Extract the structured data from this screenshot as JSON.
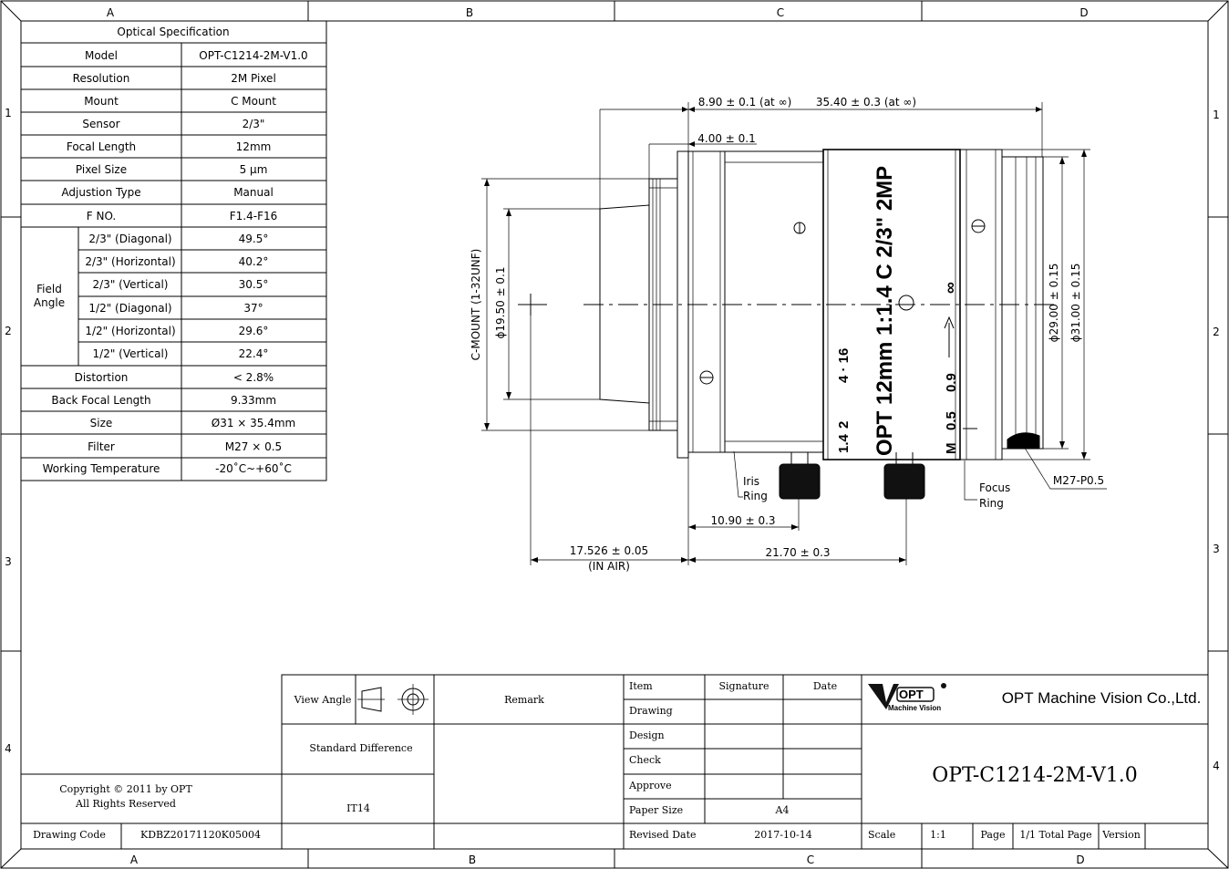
{
  "frame": {
    "cols_top": [
      "A",
      "B",
      "C",
      "D"
    ],
    "cols_bottom": [
      "A",
      "B",
      "C",
      "D"
    ],
    "rows_left": [
      "1",
      "2",
      "3",
      "4"
    ],
    "rows_right": [
      "1",
      "2",
      "3",
      "4"
    ]
  },
  "spec": {
    "title": "Optical Specification",
    "rows": [
      {
        "label": "Model",
        "value": "OPT-C1214-2M-V1.0"
      },
      {
        "label": "Resolution",
        "value": "2M Pixel"
      },
      {
        "label": "Mount",
        "value": "C Mount"
      },
      {
        "label": "Sensor",
        "value": "2/3\""
      },
      {
        "label": "Focal Length",
        "value": "12mm"
      },
      {
        "label": "Pixel Size",
        "value": "5 μm"
      },
      {
        "label": "Adjustion Type",
        "value": "Manual"
      },
      {
        "label": "F NO.",
        "value": "F1.4-F16"
      }
    ],
    "field_angle_label": [
      "Field",
      "Angle"
    ],
    "field_angle": [
      {
        "label": "2/3\"  (Diagonal)",
        "value": "49.5°"
      },
      {
        "label": "2/3\"  (Horizontal)",
        "value": "40.2°"
      },
      {
        "label": "2/3\"  (Vertical)",
        "value": "30.5°"
      },
      {
        "label": "1/2\"  (Diagonal)",
        "value": "37°"
      },
      {
        "label": "1/2\"  (Horizontal)",
        "value": "29.6°"
      },
      {
        "label": "1/2\"  (Vertical)",
        "value": "22.4°"
      }
    ],
    "rows2": [
      {
        "label": "Distortion",
        "value": "< 2.8%"
      },
      {
        "label": "Back Focal Length",
        "value": "9.33mm"
      },
      {
        "label": "Size",
        "value": "Ø31 × 35.4mm"
      },
      {
        "label": "Filter",
        "value": "M27 × 0.5"
      },
      {
        "label": "Working Temperature",
        "value": "-20˚C~+60˚C"
      }
    ]
  },
  "dims": {
    "d1": "8.90 ± 0.1 (at ∞)",
    "d2": "35.40 ± 0.3 (at ∞)",
    "d3": "4.00 ± 0.1",
    "d4": "10.90 ± 0.3",
    "d5": "17.526 ± 0.05",
    "d5b": "(IN AIR)",
    "d6": "21.70 ± 0.3",
    "mount": "C-MOUNT (1-32UNF)",
    "dia1": "ϕ19.50 ± 0.1",
    "dia2": "ϕ29.00 ± 0.15",
    "dia3": "ϕ31.00 ± 0.15",
    "thread": "M27-P0.5",
    "iris": [
      "Iris",
      "Ring"
    ],
    "focus": [
      "Focus",
      "Ring"
    ]
  },
  "lens": {
    "model_line": "OPT 12mm 1:1.4 C 2/3\" 2MP",
    "iris_scale": [
      "1.4",
      "2",
      "4 · 16"
    ],
    "focus_scale": [
      "M",
      "0.5",
      "0.9",
      "∞"
    ]
  },
  "titleblock": {
    "view_angle": "View Angle",
    "remark": "Remark",
    "standard_difference": "Standard Difference",
    "it": "IT14",
    "copyright": [
      "Copyright © 2011 by OPT",
      "All Rights Reserved"
    ],
    "drawing_code_label": "Drawing Code",
    "drawing_code": "KDBZ20171120K05004",
    "item": "Item",
    "signature": "Signature",
    "date": "Date",
    "drawing": "Drawing",
    "design": "Design",
    "check": "Check",
    "approve": "Approve",
    "paper_size_label": "Paper Size",
    "paper_size": "A4",
    "revised_date_label": "Revised Date",
    "revised_date": "2017-10-14",
    "logo_text": "OPT",
    "logo_sub": "Machine Vision",
    "company": "OPT Machine Vision Co.,Ltd.",
    "drawing_number": "OPT-C1214-2M-V1.0",
    "scale_label": "Scale",
    "scale": "1:1",
    "page_label": "Page",
    "page": "1/1 Total Page",
    "version_label": "Version"
  }
}
